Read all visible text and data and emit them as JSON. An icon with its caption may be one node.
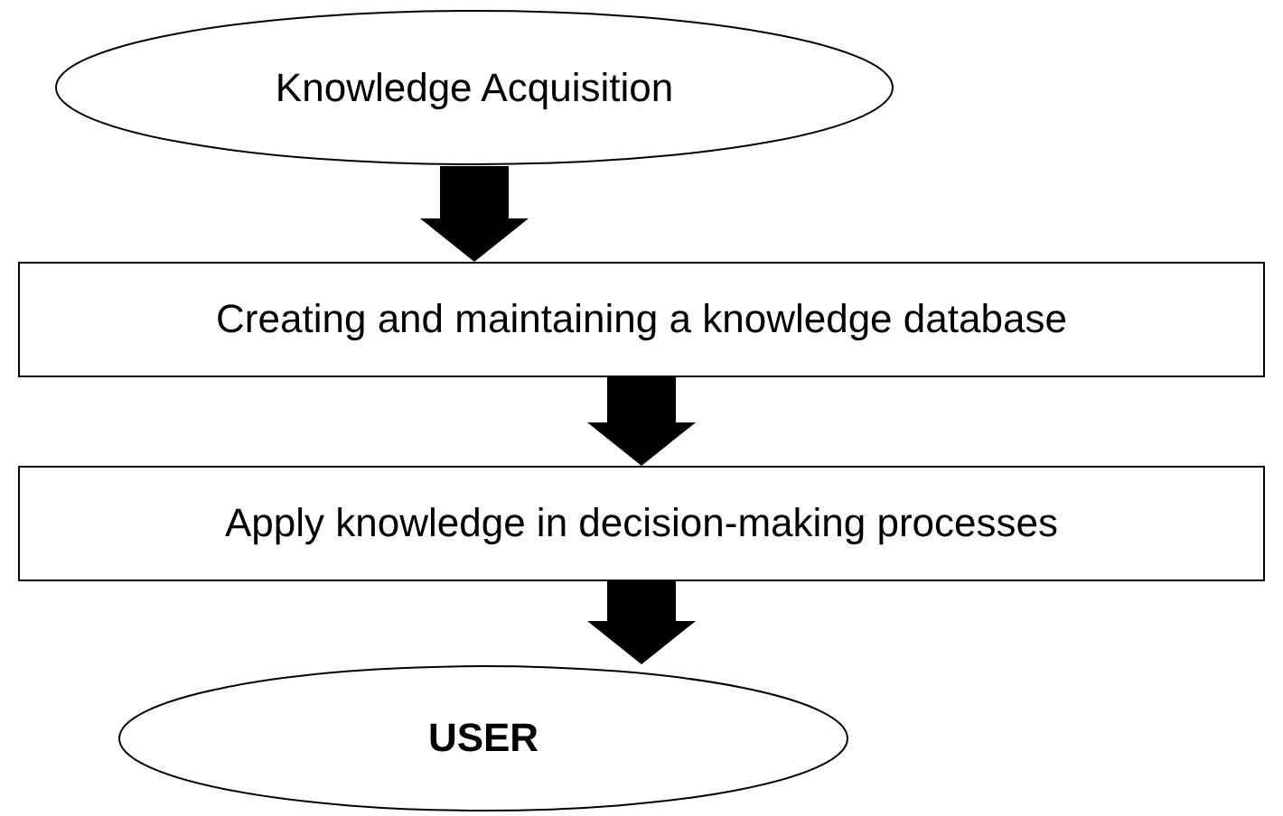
{
  "diagram": {
    "nodes": [
      {
        "text": [
          "Knowledge Acquisition"
        ]
      },
      {
        "text": [
          "Creating and maintaining a knowledge database"
        ]
      },
      {
        "text": [
          "Apply knowledge in decision-making processes"
        ]
      },
      {
        "text": [
          "USER"
        ]
      }
    ],
    "edges": [
      {
        "from": 0,
        "to": 1,
        "arrow": "to"
      },
      {
        "from": 1,
        "to": 2,
        "arrow": "to"
      },
      {
        "from": 2,
        "to": 3,
        "arrow": "to"
      }
    ]
  }
}
